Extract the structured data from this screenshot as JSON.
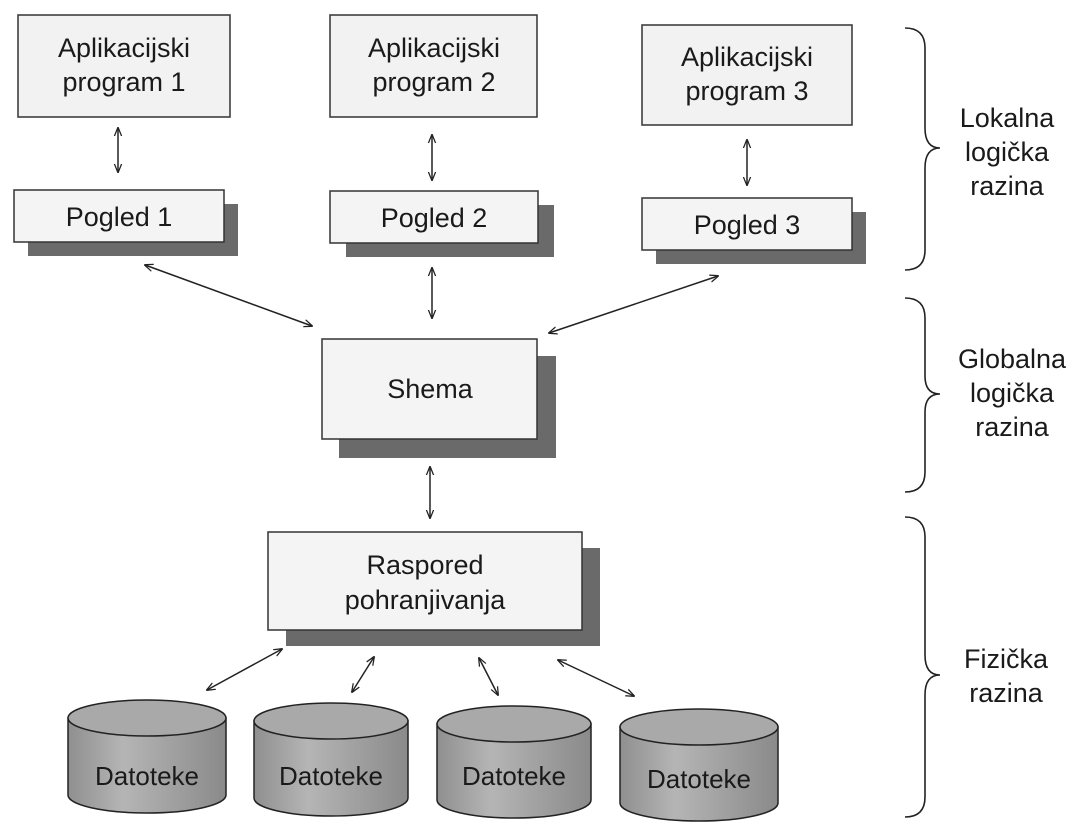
{
  "apps": [
    {
      "line1": "Aplikacijski",
      "line2": "program 1"
    },
    {
      "line1": "Aplikacijski",
      "line2": "program 2"
    },
    {
      "line1": "Aplikacijski",
      "line2": "program 3"
    }
  ],
  "views": [
    "Pogled 1",
    "Pogled 2",
    "Pogled 3"
  ],
  "schema": "Shema",
  "storage": {
    "line1": "Raspored",
    "line2": "pohranjivanja"
  },
  "files": [
    "Datoteke",
    "Datoteke",
    "Datoteke",
    "Datoteke"
  ],
  "levels": [
    {
      "line1": "Lokalna",
      "line2": "logička",
      "line3": "razina"
    },
    {
      "line1": "Globalna",
      "line2": "logička",
      "line3": "razina"
    },
    {
      "line1": "Fizička",
      "line2": "razina"
    }
  ]
}
